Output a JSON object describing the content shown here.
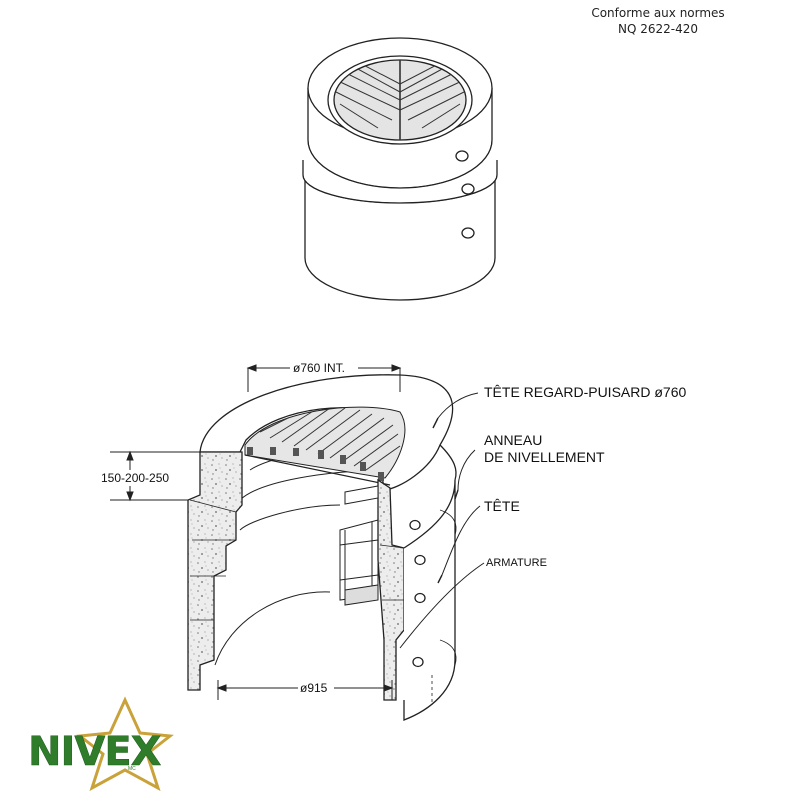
{
  "header": {
    "norm_line1": "Conforme aux normes",
    "norm_line2": "NQ 2622-420"
  },
  "dimensions": {
    "top_diameter": "ø760 INT.",
    "bottom_diameter": "ø915",
    "height": "150-200-250"
  },
  "callouts": {
    "tete_regard": "TÊTE REGARD-PUISARD ø760",
    "anneau_line1": "ANNEAU",
    "anneau_line2": "DE NIVELLEMENT",
    "tete": "TÊTE",
    "armature": "ARMATURE"
  },
  "logo": {
    "text": "NIVEX",
    "trademark": "MC",
    "colors": {
      "text": "#2f7d2a",
      "star": "#c9a23a"
    }
  },
  "colors": {
    "line": "#222222",
    "concrete": "#e8e8e8",
    "grate": "#d6d6d6"
  }
}
